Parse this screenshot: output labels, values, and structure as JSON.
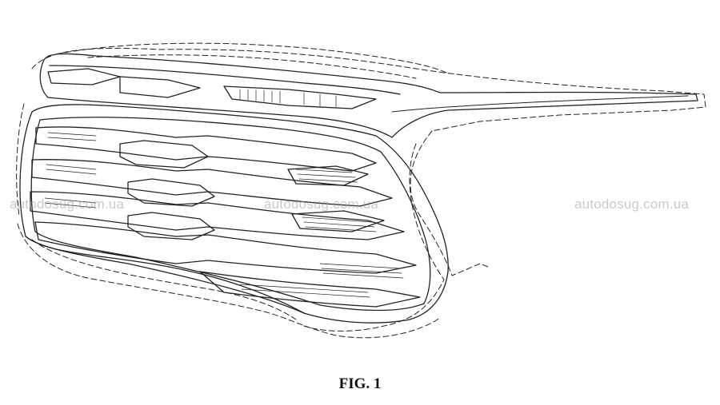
{
  "figure": {
    "caption": "FIG. 1"
  },
  "watermarks": [
    "autodosug.com.ua",
    "autodosug.com.ua",
    "autodosug.com.ua"
  ],
  "style": {
    "line_color": "#222222",
    "background": "#ffffff",
    "watermark_color": "#9aa0a6"
  }
}
